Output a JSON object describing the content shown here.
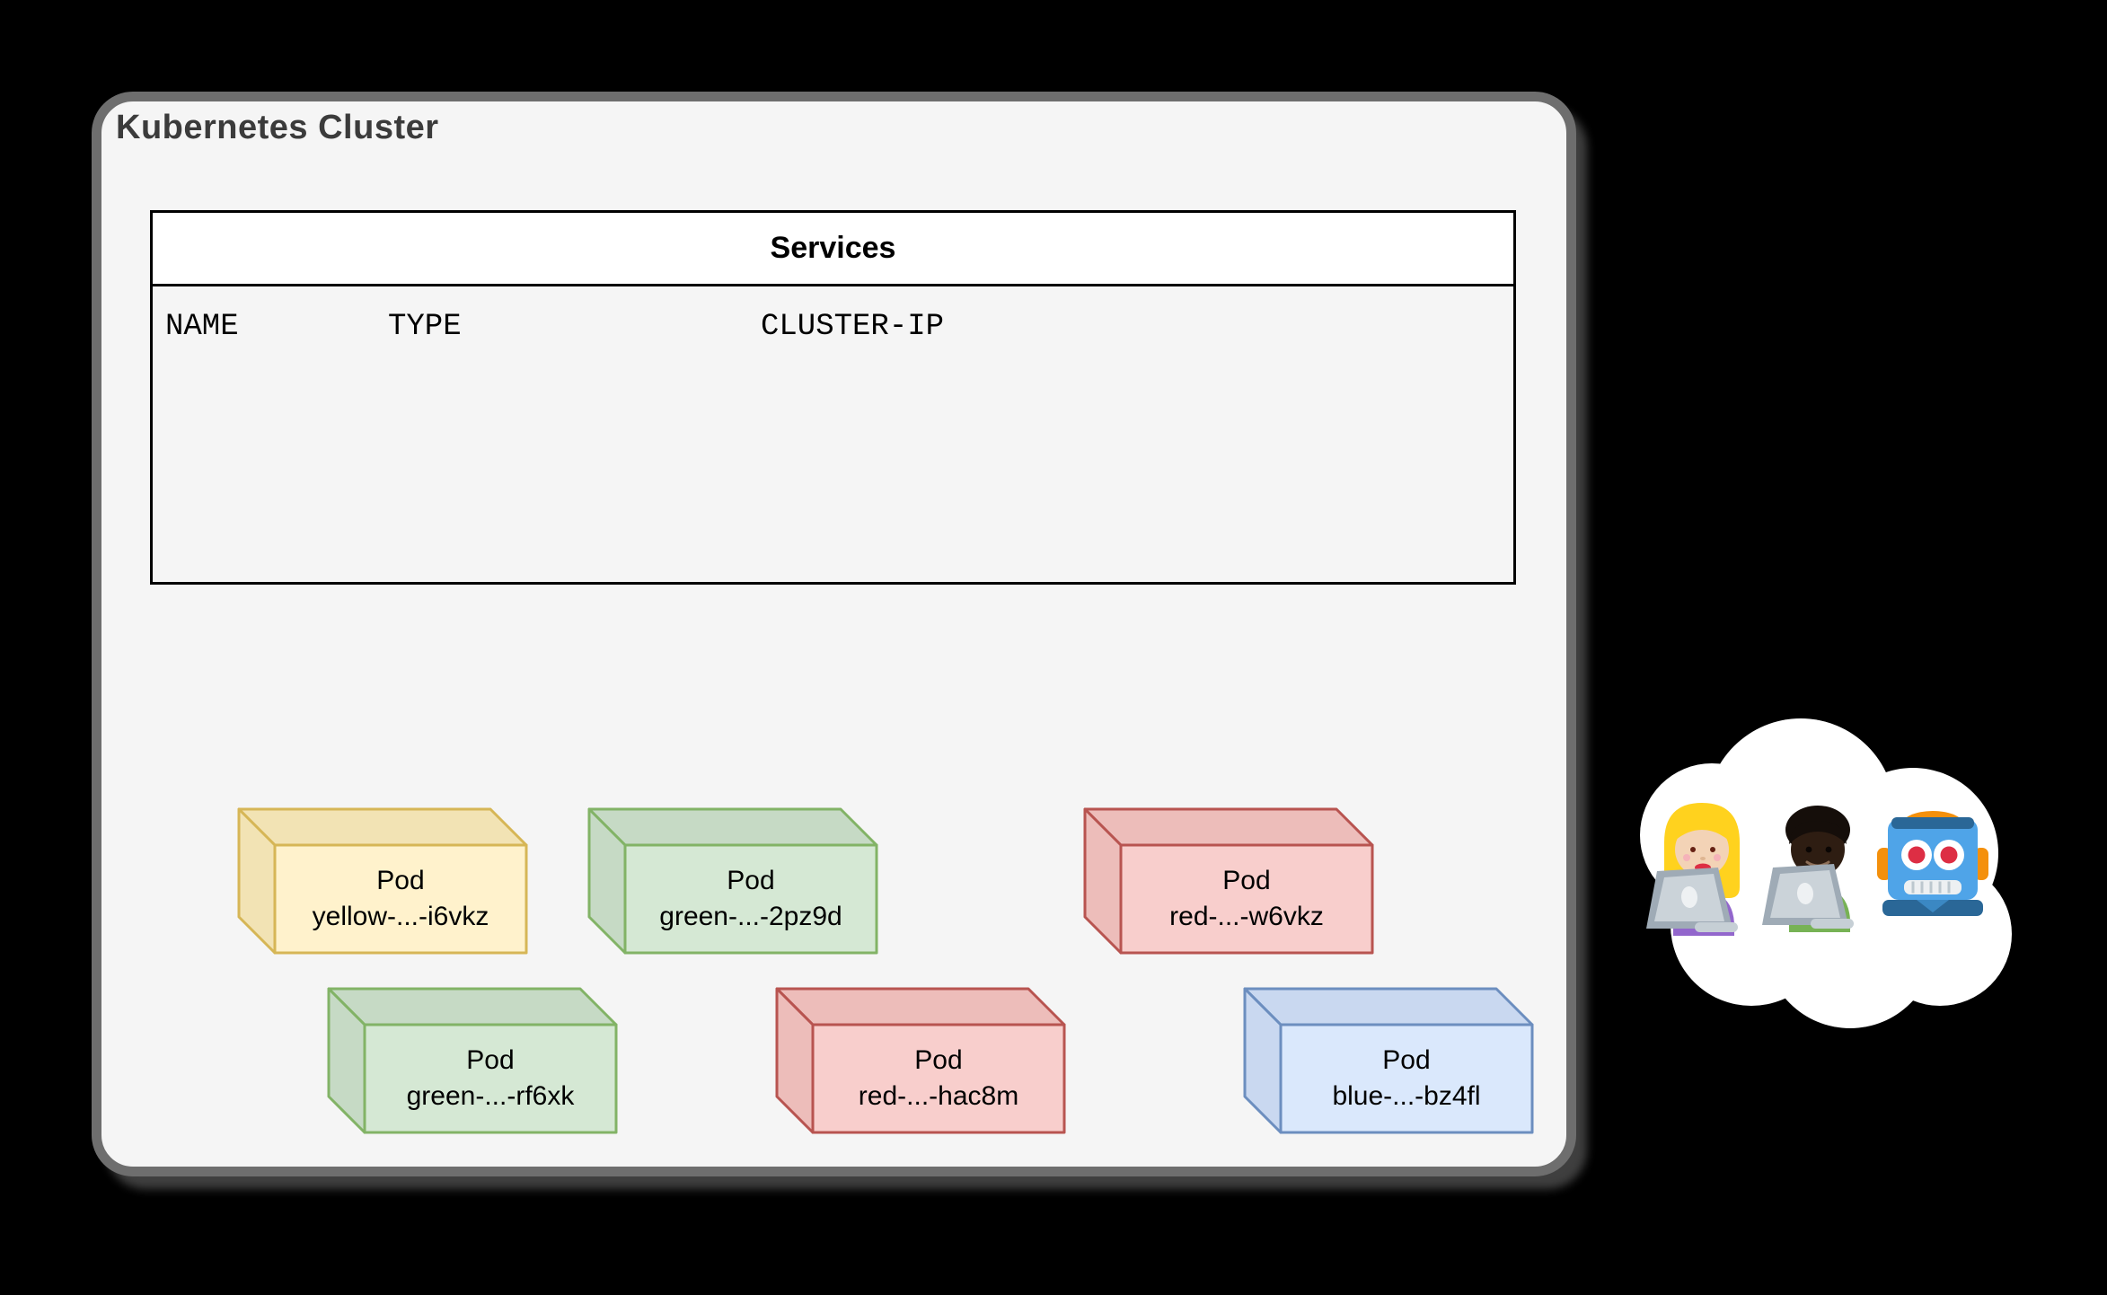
{
  "window": {
    "background": "#000000"
  },
  "cluster": {
    "title": "Kubernetes Cluster",
    "fill": "#F5F5F5",
    "border_color": "#6e6e6e",
    "title_color": "#3b3b3b"
  },
  "services_table": {
    "title": "Services",
    "header_fill": "#FFFFFF",
    "border_color": "#000000",
    "columns": [
      {
        "label": "NAME"
      },
      {
        "label": "TYPE"
      },
      {
        "label": "CLUSTER-IP"
      }
    ],
    "rows": []
  },
  "pods": [
    {
      "title": "Pod",
      "name": "yellow-...-i6vkz",
      "color_name": "yellow",
      "fill": "#FFF2CC",
      "side_fill": "#F2E3B4",
      "stroke": "#D6B656"
    },
    {
      "title": "Pod",
      "name": "green-...-2pz9d",
      "color_name": "green",
      "fill": "#D5E8D4",
      "side_fill": "#C6DAC5",
      "stroke": "#82B366"
    },
    {
      "title": "Pod",
      "name": "red-...-w6vkz",
      "color_name": "red",
      "fill": "#F8CECC",
      "side_fill": "#EDBDBA",
      "stroke": "#B85450"
    },
    {
      "title": "Pod",
      "name": "green-...-rf6xk",
      "color_name": "green",
      "fill": "#D5E8D4",
      "side_fill": "#C6DAC5",
      "stroke": "#82B366"
    },
    {
      "title": "Pod",
      "name": "red-...-hac8m",
      "color_name": "red",
      "fill": "#F8CECC",
      "side_fill": "#EDBDBA",
      "stroke": "#B85450"
    },
    {
      "title": "Pod",
      "name": "blue-...-bz4fl",
      "color_name": "blue",
      "fill": "#DAE8FC",
      "side_fill": "#C9D8F0",
      "stroke": "#6C8EBF"
    }
  ],
  "cloud": {
    "fill": "#FFFFFF",
    "members": [
      {
        "icon": "woman-technologist-emoji",
        "shirt_color": "#9266CC"
      },
      {
        "icon": "man-technologist-emoji",
        "shirt_color": "#77B255"
      },
      {
        "icon": "robot-emoji",
        "head_color": "#4FA4E8",
        "eye_color": "#DD2E44",
        "ear_color": "#F4900C"
      }
    ]
  }
}
